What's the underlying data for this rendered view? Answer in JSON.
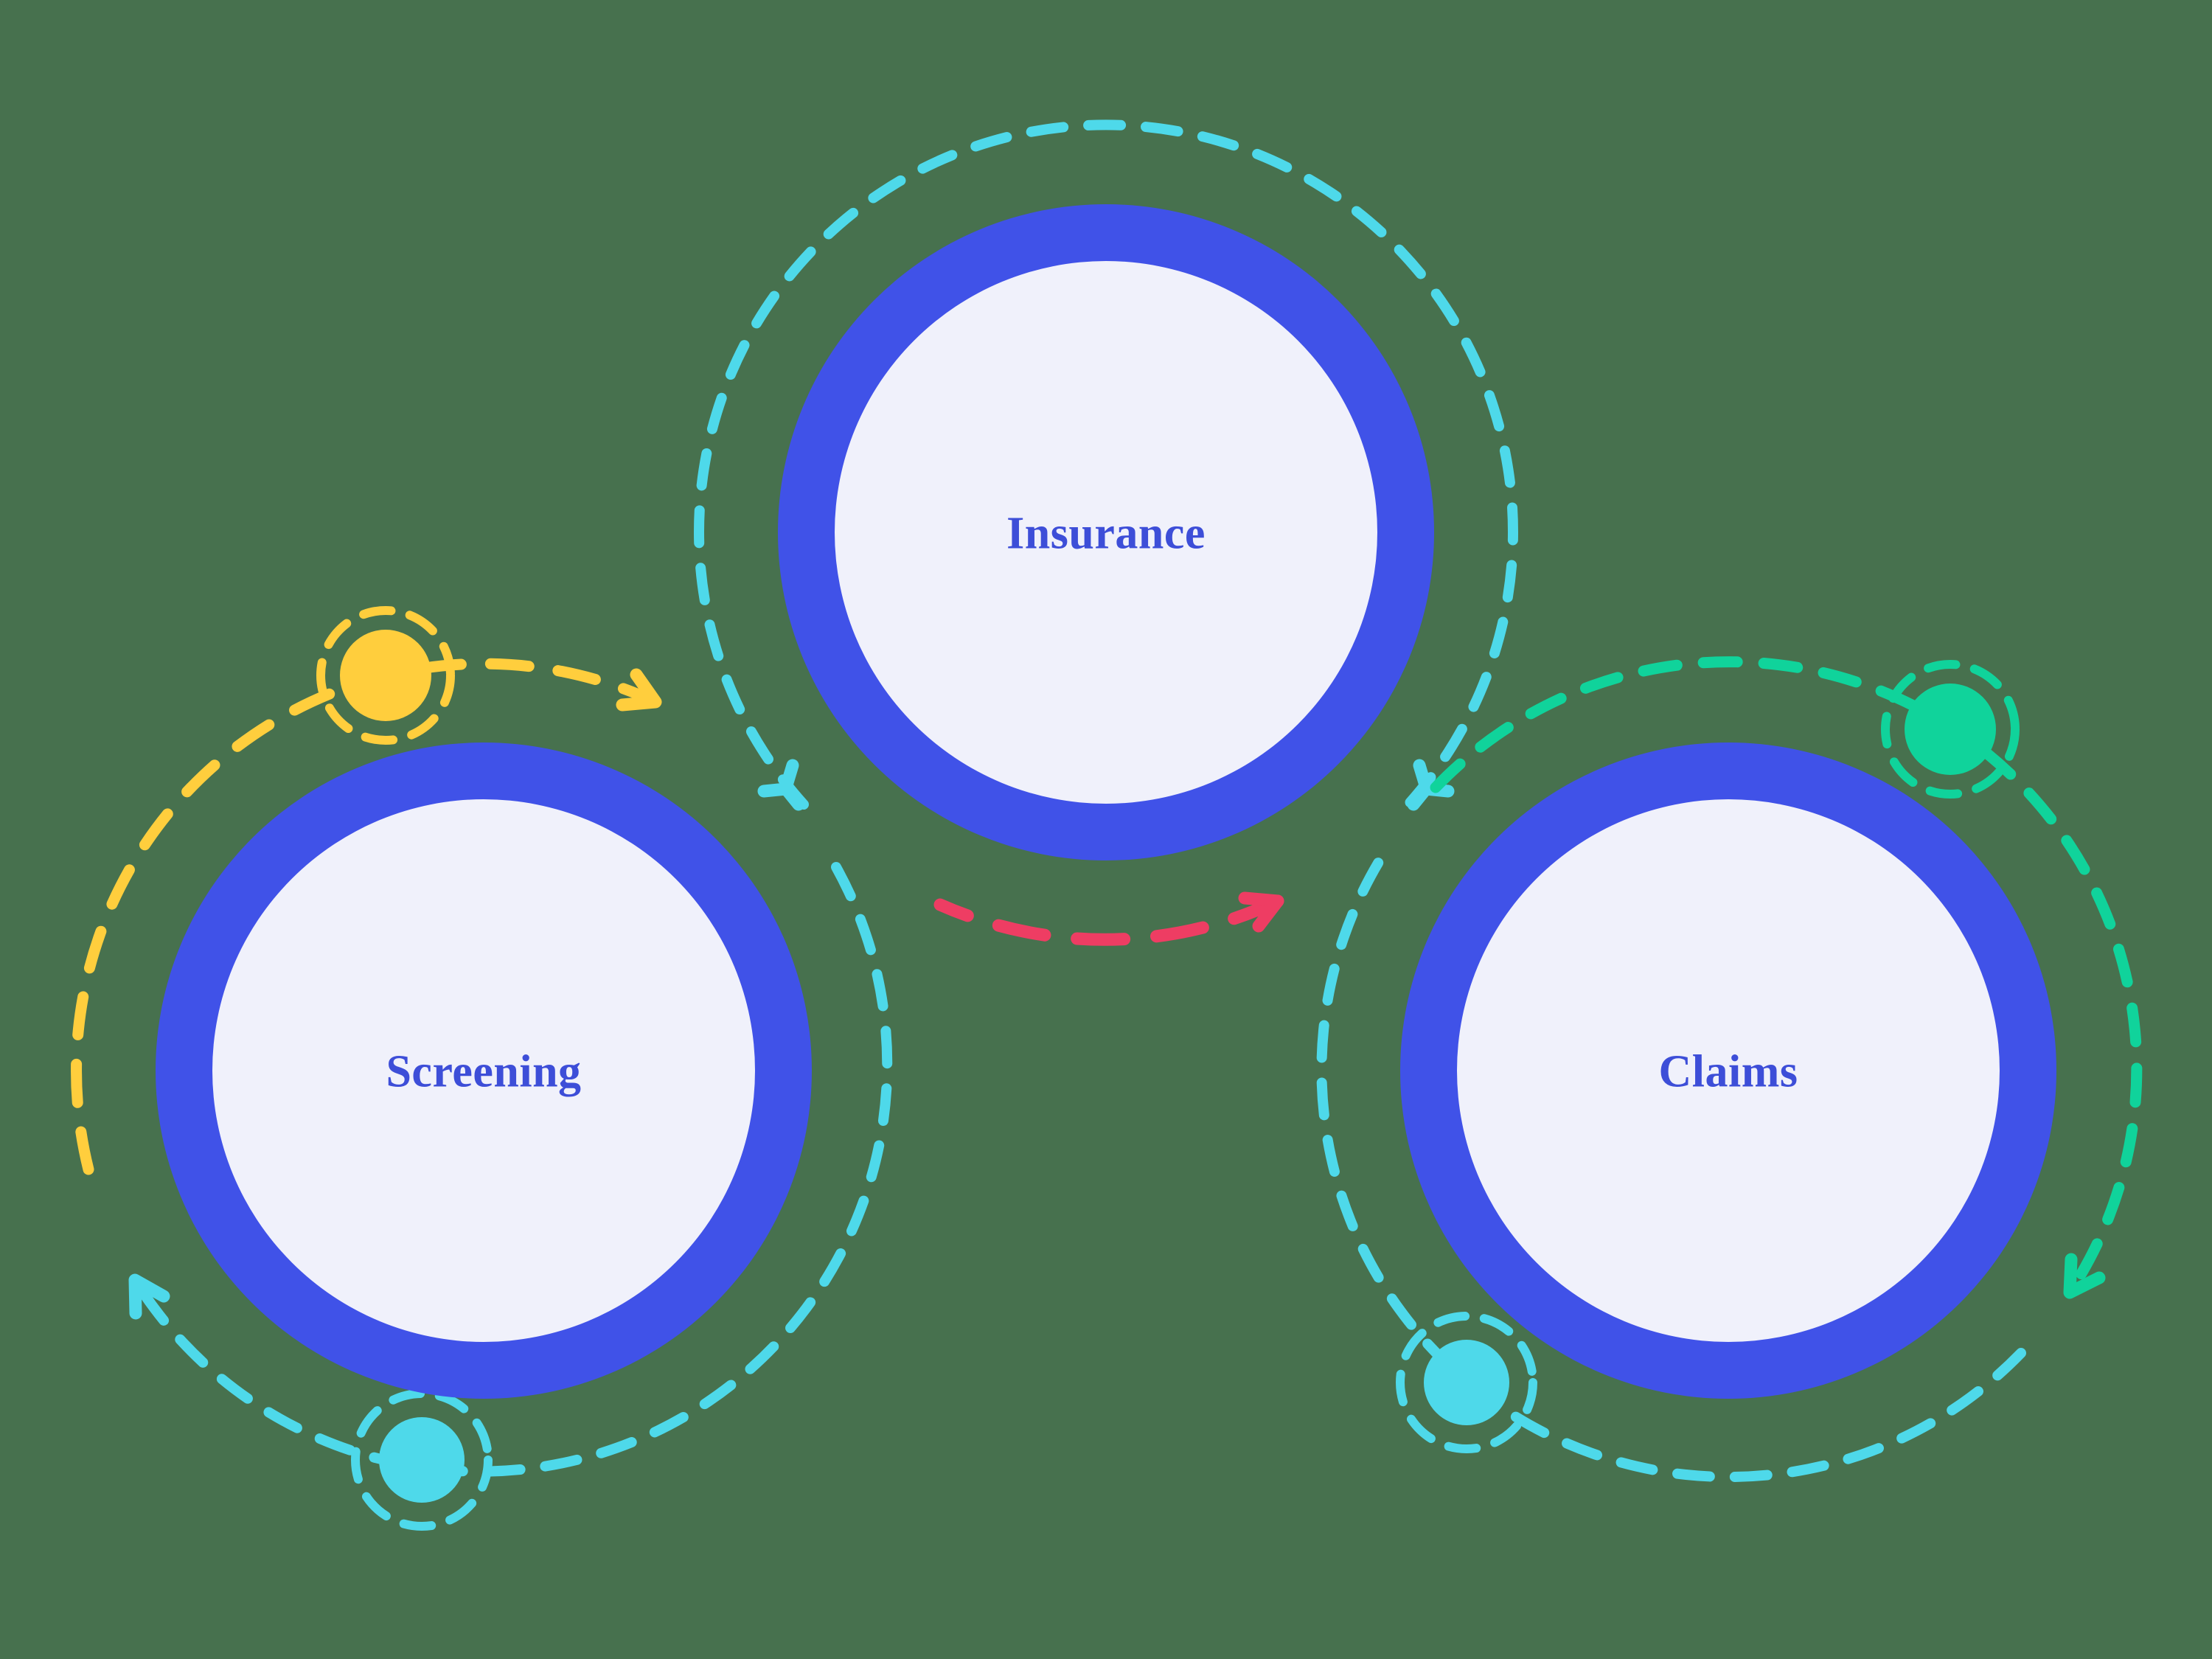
{
  "diagram": {
    "nodes": [
      {
        "id": "insurance",
        "label": "Insurance"
      },
      {
        "id": "screening",
        "label": "Screening"
      },
      {
        "id": "claims",
        "label": "Claims"
      }
    ],
    "colors": {
      "background": "#47714E",
      "node_ring": "#4052E8",
      "node_fill": "#F0F1FB",
      "label_text": "#3D4ED8",
      "cyan_path": "#4ED9EA",
      "yellow_path": "#FFCE3D",
      "green_path": "#10D39B",
      "red_path": "#EE3D63"
    }
  }
}
